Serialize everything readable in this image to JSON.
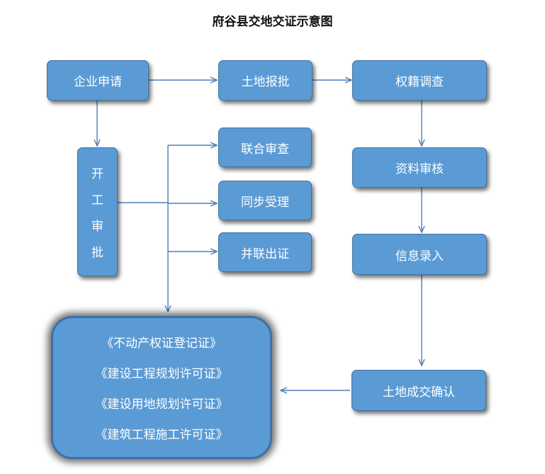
{
  "title": "府谷县交地交证示意图",
  "nodes": {
    "enterprise_apply": "企业申请",
    "land_report": "土地报批",
    "ownership_survey": "权籍调查",
    "material_review": "资料审核",
    "info_entry": "信息录入",
    "land_confirm": "土地成交确认",
    "construction_approval": [
      "开",
      "工",
      "审",
      "批"
    ],
    "joint_review": "联合审查",
    "sync_accept": "同步受理",
    "parallel_issue": "并联出证",
    "certificates": [
      "《不动产权证登记证》",
      "《建设工程规划许可证》",
      "《建设用地规划许可证》",
      "《建筑工程施工许可证》"
    ]
  },
  "colors": {
    "box_fill": "#5b9bd5",
    "box_border": "#41719c",
    "arrow": "#4a7ebb"
  }
}
